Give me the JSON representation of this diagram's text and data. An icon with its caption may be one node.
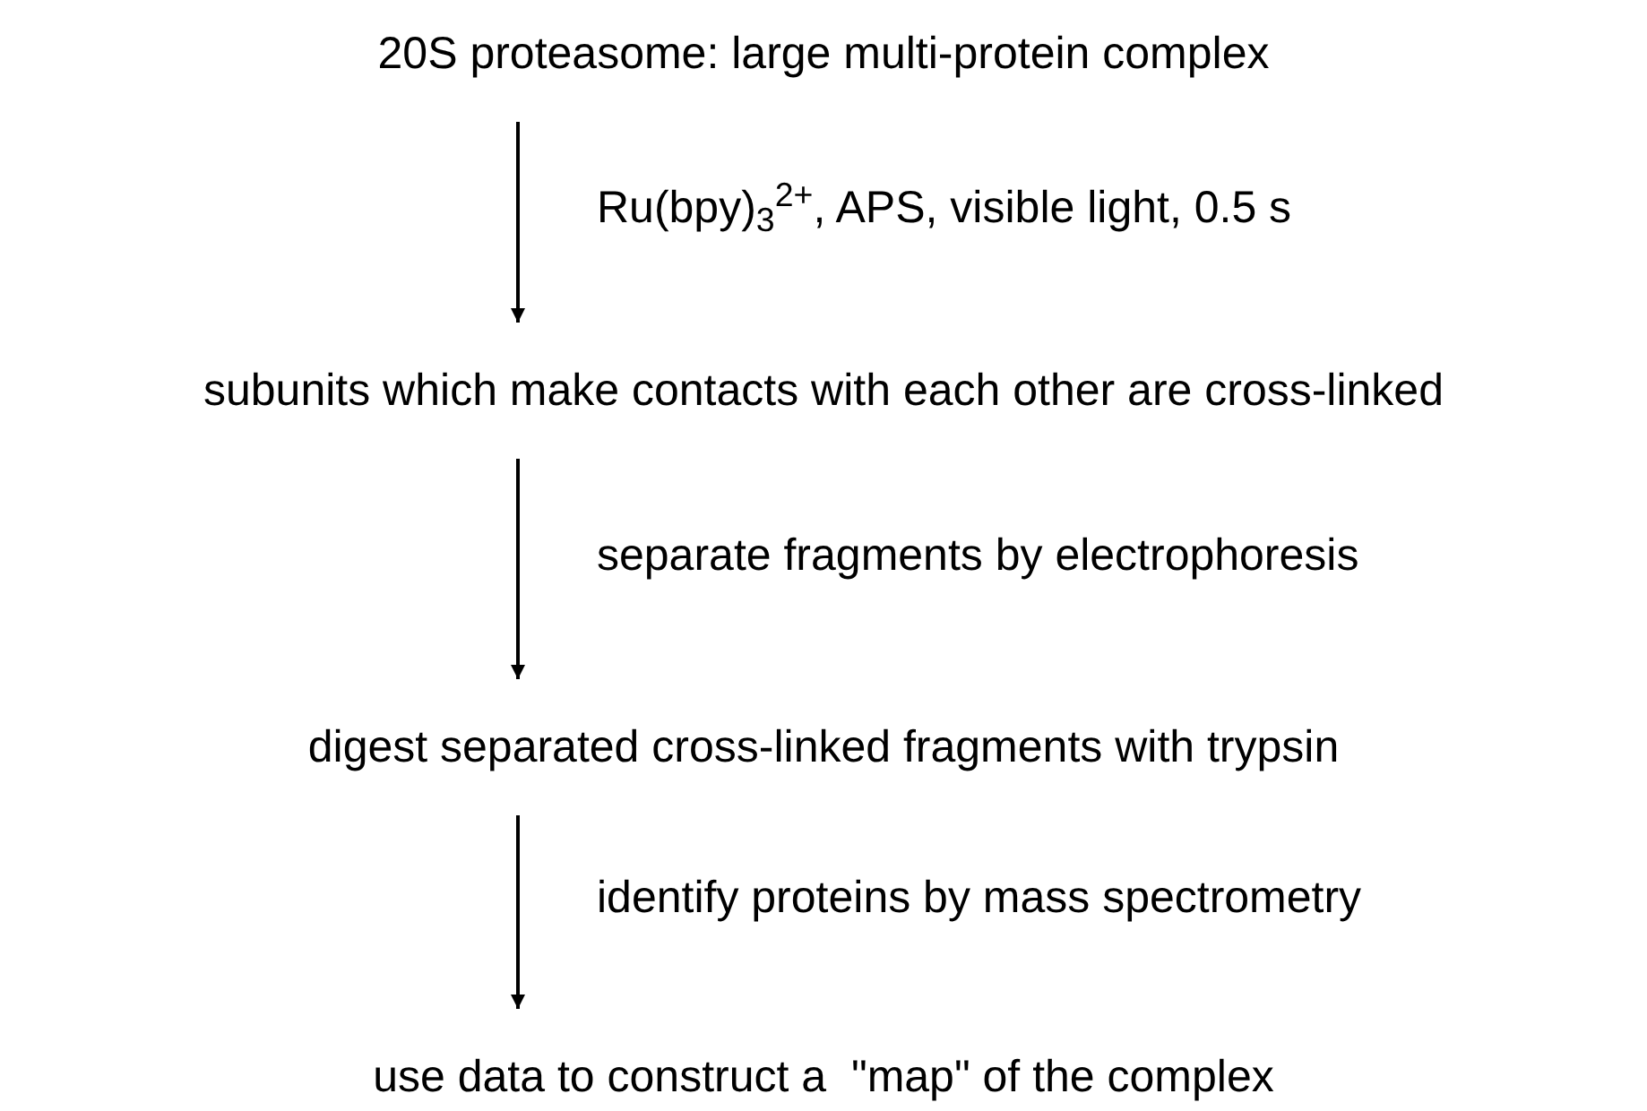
{
  "diagram": {
    "nodes": [
      {
        "text": [
          "20S proteasome: large multi-protein complex"
        ]
      },
      {
        "text": [
          "subunits which make contacts with each other are cross-linked"
        ]
      },
      {
        "text": [
          "digest separated cross-linked fragments with trypsin"
        ]
      },
      {
        "text": [
          "use data to construct a  \"map\" of the complex"
        ]
      }
    ],
    "edges": [
      {
        "from": 0,
        "to": 1,
        "arrow": "to",
        "label": "Ru(bpy)$_{3}$$^{2+}$, APS, visible light, 0.5 s"
      },
      {
        "from": 1,
        "to": 2,
        "arrow": "to",
        "label": "separate fragments by electrophoresis"
      },
      {
        "from": 2,
        "to": 3,
        "arrow": "to",
        "label": "identify proteins by mass spectrometry"
      }
    ]
  }
}
